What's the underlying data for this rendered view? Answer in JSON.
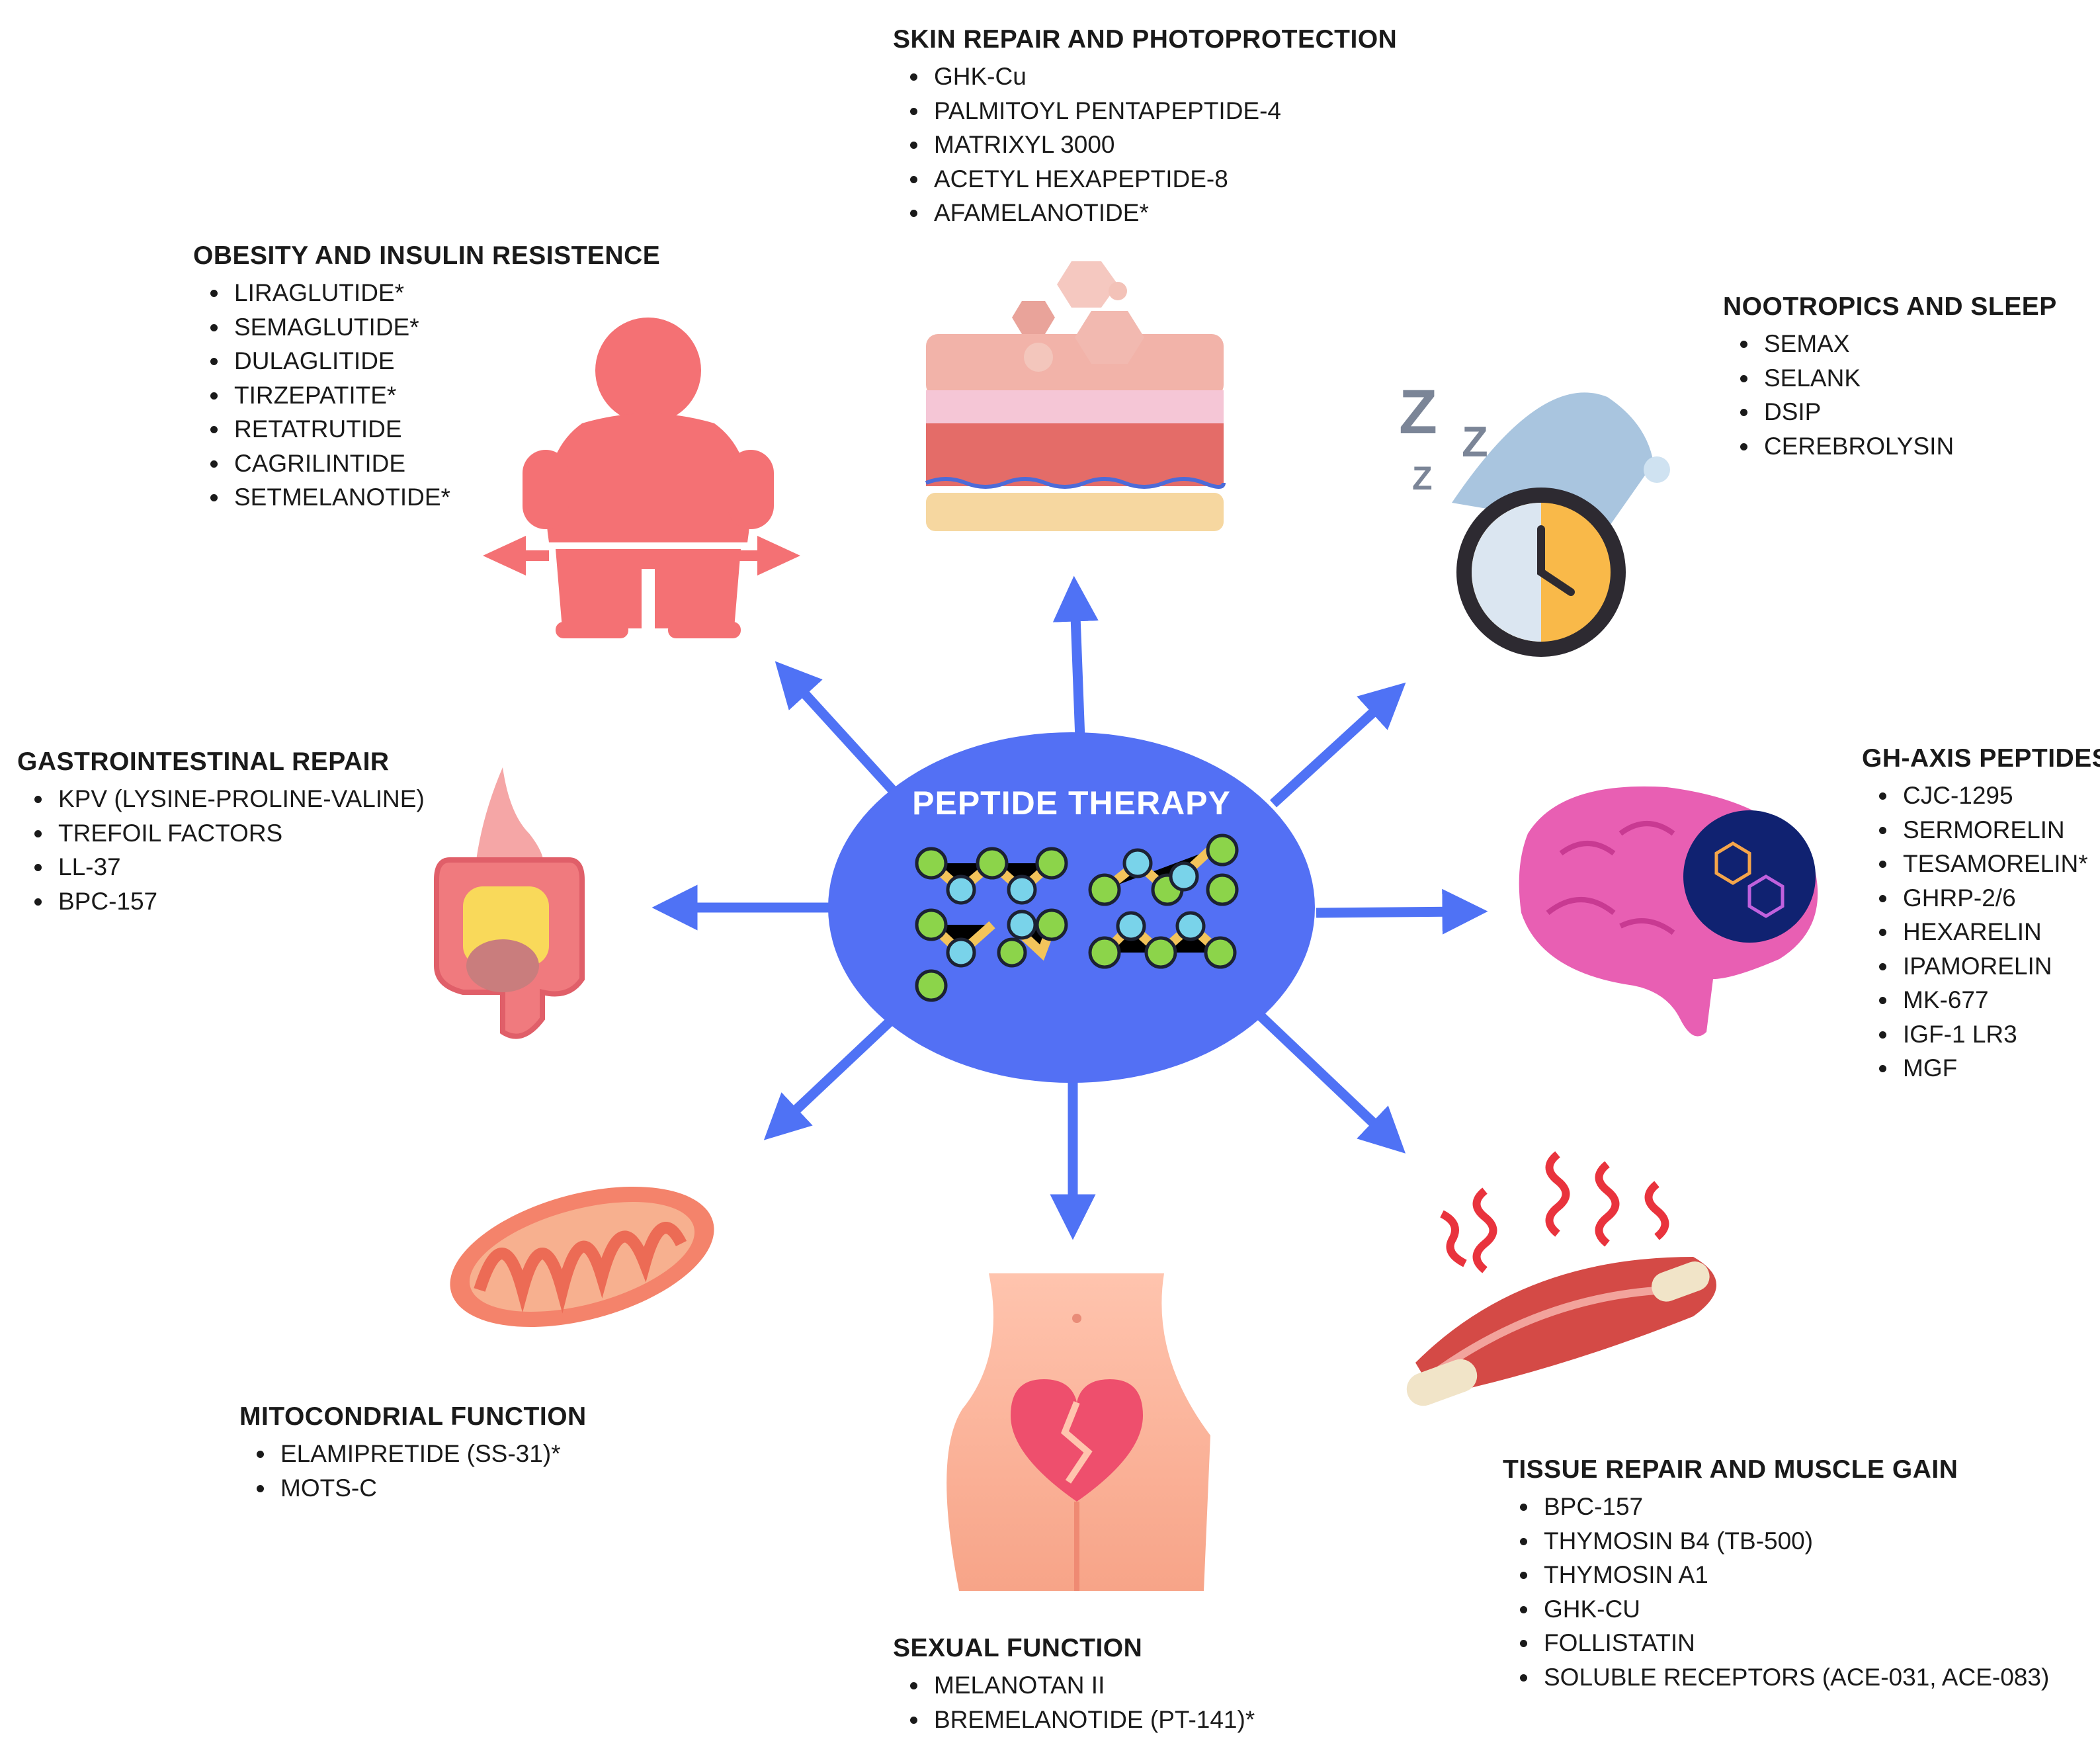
{
  "center": {
    "label": "PEPTIDE THERAPY"
  },
  "categories": [
    {
      "id": "skin",
      "title": "SKIN REPAIR AND PHOTOPROTECTION",
      "items": [
        "GHK-Cu",
        "PALMITOYL PENTAPEPTIDE-4",
        "MATRIXYL 3000",
        "ACETYL HEXAPEPTIDE-8",
        "AFAMELANOTIDE*"
      ],
      "icon": "skin-layers-icon"
    },
    {
      "id": "obesity",
      "title": "OBESITY AND INSULIN RESISTENCE",
      "items": [
        "LIRAGLUTIDE*",
        "SEMAGLUTIDE*",
        "DULAGLITIDE",
        "TIRZEPATITE*",
        "RETATRUTIDE",
        "CAGRILINTIDE",
        "SETMELANOTIDE*"
      ],
      "icon": "obese-person-icon"
    },
    {
      "id": "nootropics",
      "title": "NOOTROPICS AND SLEEP",
      "items": [
        "SEMAX",
        "SELANK",
        "DSIP",
        "CEREBROLYSIN"
      ],
      "icon": "sleeping-clock-icon"
    },
    {
      "id": "gastro",
      "title": "GASTROINTESTINAL REPAIR",
      "items": [
        "KPV (LYSINE-PROLINE-VALINE)",
        "TREFOIL FACTORS",
        "LL-37",
        "BPC-157"
      ],
      "icon": "digestive-system-icon"
    },
    {
      "id": "gh",
      "title": "GH-AXIS PEPTIDES",
      "items": [
        "CJC-1295",
        "SERMORELIN",
        "TESAMORELIN*",
        "GHRP-2/6",
        "HEXARELIN",
        "IPAMORELIN",
        "MK-677",
        "IGF-1 LR3",
        "MGF"
      ],
      "icon": "brain-molecule-icon"
    },
    {
      "id": "mito",
      "title": "MITOCONDRIAL FUNCTION",
      "items": [
        "ELAMIPRETIDE (SS-31)*",
        "MOTS-C"
      ],
      "icon": "mitochondrion-icon"
    },
    {
      "id": "sexual",
      "title": "SEXUAL FUNCTION",
      "items": [
        "MELANOTAN II",
        "BREMELANOTIDE (PT-141)*"
      ],
      "icon": "broken-heart-pelvis-icon"
    },
    {
      "id": "tissue",
      "title": "TISSUE REPAIR AND MUSCLE GAIN",
      "items": [
        "BPC-157",
        "THYMOSIN B4 (TB-500)",
        "THYMOSIN A1",
        "GHK-CU",
        "FOLLISTATIN",
        "SOLUBLE RECEPTORS (ACE-031, ACE-083)"
      ],
      "icon": "muscle-icon"
    }
  ],
  "colors": {
    "accent": "#4f72f5",
    "center": "#5370f4",
    "obesity": "#f47174",
    "brain": "#e85fb3"
  }
}
